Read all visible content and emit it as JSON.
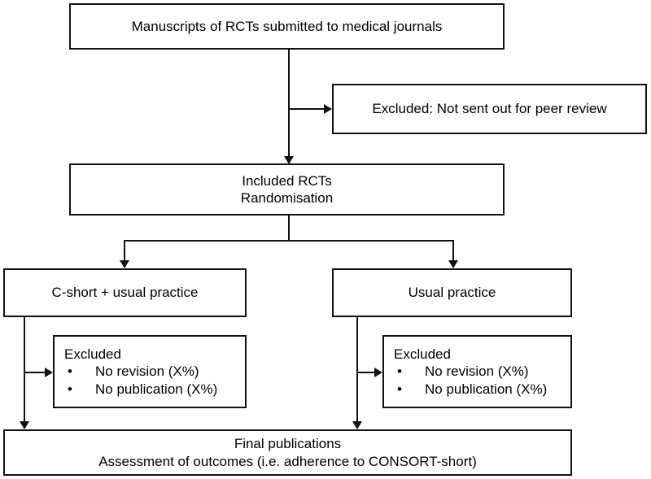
{
  "diagram": {
    "title": "RCT manuscript flow diagram",
    "accent_color": "#111111",
    "background_color": "#ffffff",
    "nodes": {
      "manuscripts": {
        "label": "Manuscripts of RCTs submitted to medical journals"
      },
      "excluded_peer_review": {
        "label": "Excluded: Not sent out for peer review"
      },
      "included": {
        "line1": "Included RCTs",
        "line2": "Randomisation"
      },
      "arm_intervention": {
        "label": "C-short + usual practice"
      },
      "arm_control": {
        "label": "Usual practice"
      },
      "excluded_left": {
        "heading": "Excluded",
        "bullet_glyph": "•",
        "items": [
          "No revision (X%)",
          "No publication (X%)"
        ]
      },
      "excluded_right": {
        "heading": "Excluded",
        "bullet_glyph": "•",
        "items": [
          "No revision (X%)",
          "No publication (X%)"
        ]
      },
      "final": {
        "line1": "Final publications",
        "line2": "Assessment of outcomes (i.e. adherence to CONSORT-short)"
      }
    }
  }
}
